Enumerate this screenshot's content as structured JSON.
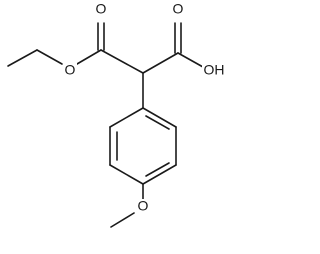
{
  "molecule": {
    "atoms": {
      "ester_oxygen": "O",
      "ester_carbonyl_oxygen": "O",
      "acid_carbonyl_oxygen": "O",
      "acid_hydroxyl": "OH",
      "methoxy_oxygen": "O"
    },
    "colors": {
      "bond": "#1a1a1a",
      "label": "#1a1a1a",
      "background": "#ffffff"
    }
  }
}
